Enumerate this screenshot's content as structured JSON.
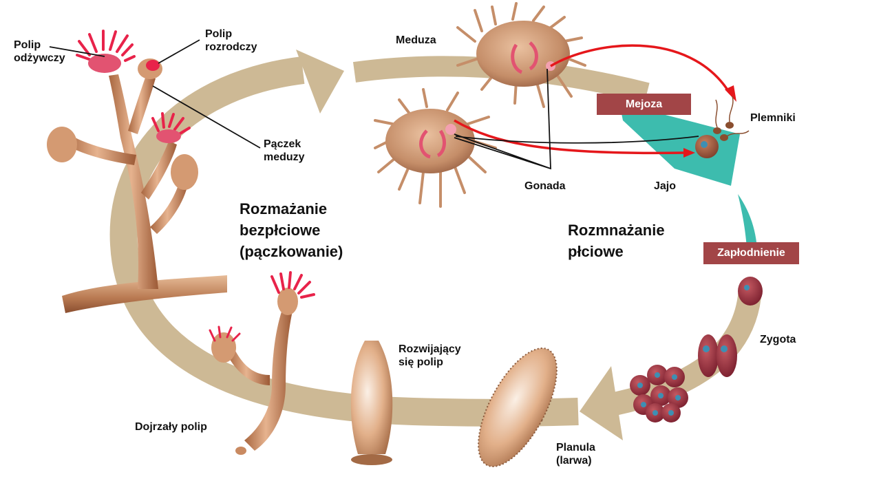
{
  "labels": {
    "polip_odzywczy": "Polip\nodżywczy",
    "polip_rozrodczy": "Polip\nrozrodczy",
    "paczek_meduzy": "Pączek\nmeduzy",
    "meduza": "Meduza",
    "plemniki": "Plemniki",
    "gonada": "Gonada",
    "jajo": "Jajo",
    "zygota": "Zygota",
    "rozwijajacy_polip": "Rozwijający\nsię polip",
    "dojrzaly_polip": "Dojrzały polip",
    "planula": "Planula\n(larwa)"
  },
  "phases": {
    "asexual": "Rozmażanie\nbezpłciowe\n(pączkowanie)",
    "sexual": "Rozmnażanie\npłciowe"
  },
  "process_boxes": {
    "mejoza": "Mejoza",
    "zaplodnienie": "Zapłodnienie"
  },
  "colors": {
    "cycle_arrow": "#cdb995",
    "teal_arrow": "#3dbcae",
    "process_box": "#a24547",
    "gamete_arrow": "#e5171b",
    "tissue": "#c9875e",
    "tentacles": "#e8234a"
  }
}
